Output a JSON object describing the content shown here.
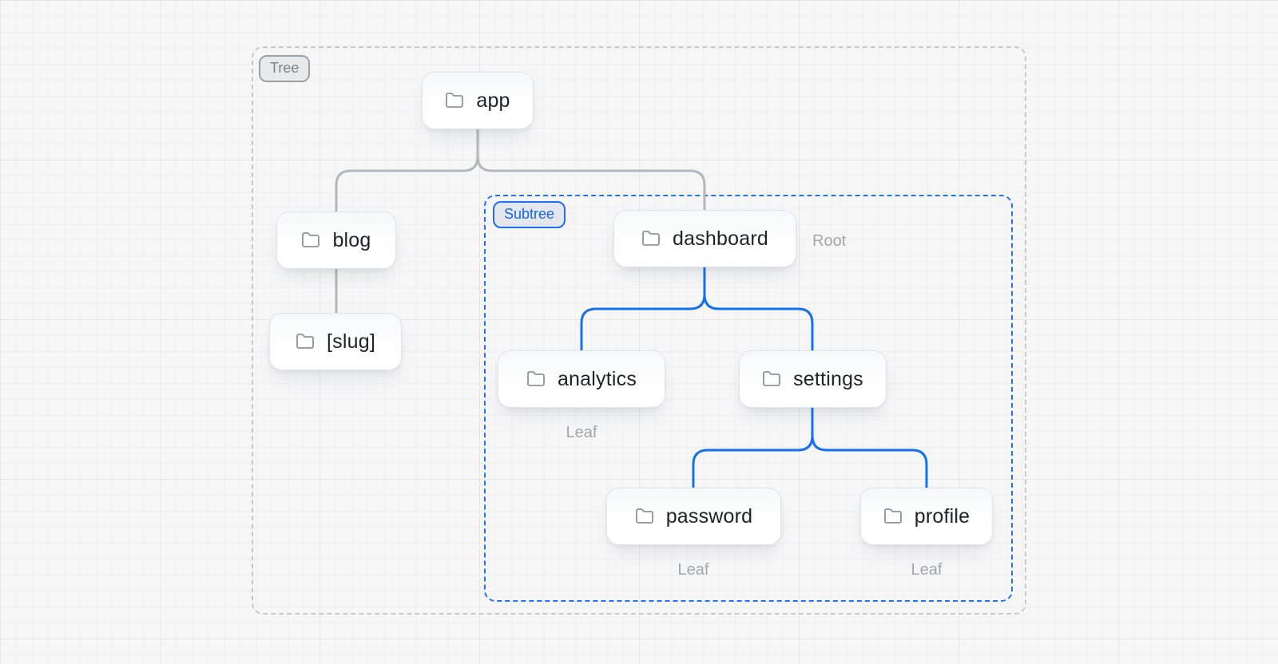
{
  "diagram": {
    "tree_badge": "Tree",
    "subtree_badge": "Subtree",
    "nodes": [
      {
        "id": "app",
        "label": "app"
      },
      {
        "id": "blog",
        "label": "blog"
      },
      {
        "id": "slug",
        "label": "[slug]"
      },
      {
        "id": "dashboard",
        "label": "dashboard",
        "annotation": "Root"
      },
      {
        "id": "analytics",
        "label": "analytics",
        "annotation": "Leaf"
      },
      {
        "id": "settings",
        "label": "settings"
      },
      {
        "id": "password",
        "label": "password",
        "annotation": "Leaf"
      },
      {
        "id": "profile",
        "label": "profile",
        "annotation": "Leaf"
      }
    ],
    "edges": [
      {
        "from": "app",
        "to": "blog",
        "group": "tree"
      },
      {
        "from": "app",
        "to": "dashboard",
        "group": "tree"
      },
      {
        "from": "blog",
        "to": "slug",
        "group": "tree"
      },
      {
        "from": "dashboard",
        "to": "analytics",
        "group": "subtree"
      },
      {
        "from": "dashboard",
        "to": "settings",
        "group": "subtree"
      },
      {
        "from": "settings",
        "to": "password",
        "group": "subtree"
      },
      {
        "from": "settings",
        "to": "profile",
        "group": "subtree"
      }
    ],
    "colors": {
      "subtree_accent": "#1570ef",
      "tree_edge": "#b4b7bc",
      "tree_border": "#c7c9cd",
      "node_text": "#212328",
      "annotation_text": "#a3a6ab"
    }
  }
}
